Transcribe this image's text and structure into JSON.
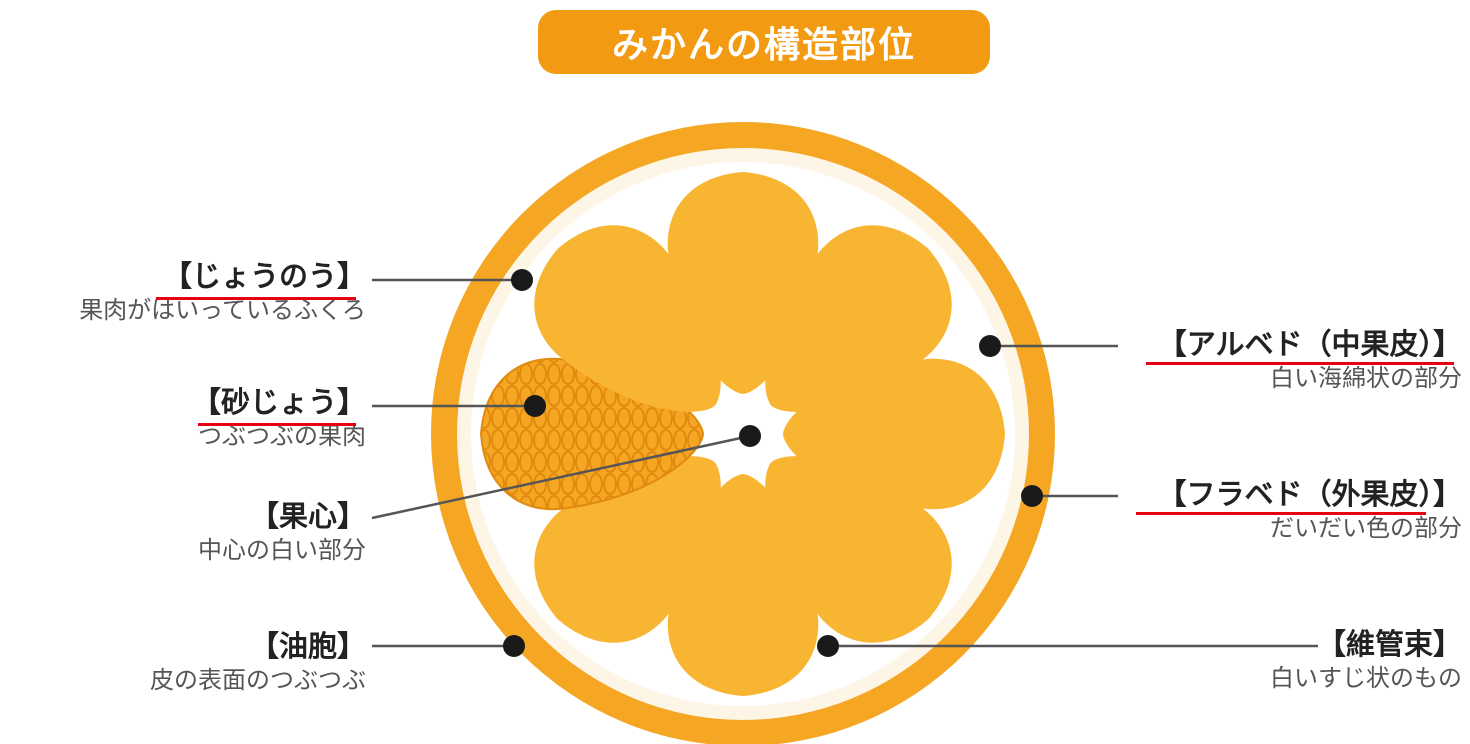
{
  "title": "みかんの構造部位",
  "colors": {
    "accent": "#f29a12",
    "peel": "#f5a623",
    "segment": "#f8b532",
    "sac": "#f2a21c",
    "underline": "#e60012",
    "dot": "#1a1a1a"
  },
  "labels": {
    "jounou": {
      "name": "【じょうのう】",
      "desc": "果肉がはいっているふくろ"
    },
    "sajou": {
      "name": "【砂じょう】",
      "desc": "つぶつぶの果肉"
    },
    "kashin": {
      "name": "【果心】",
      "desc": "中心の白い部分"
    },
    "yuhou": {
      "name": "【油胞】",
      "desc": "皮の表面のつぶつぶ"
    },
    "albedo": {
      "name": "【アルベド（中果皮）】",
      "desc": "白い海綿状の部分"
    },
    "flavedo": {
      "name": "【フラベド（外果皮）】",
      "desc": "だいだい色の部分"
    },
    "ikansoku": {
      "name": "【維管束】",
      "desc": "白いすじ状のもの"
    }
  }
}
